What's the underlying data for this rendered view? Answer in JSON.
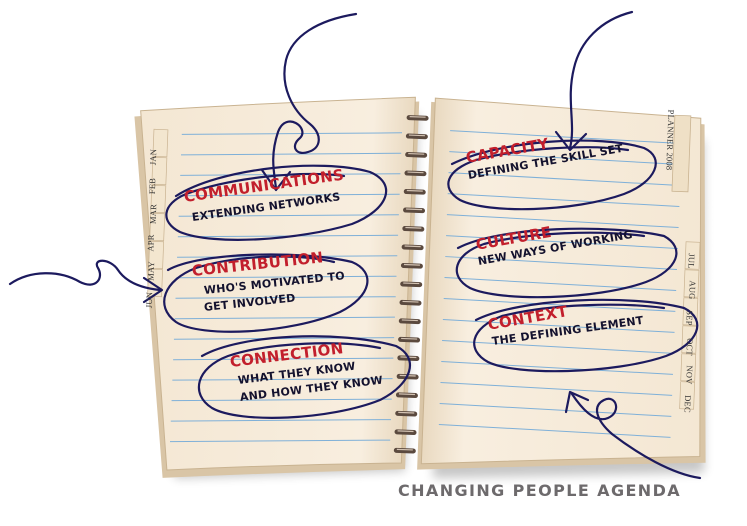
{
  "planner": {
    "tab_label": "PLANNER 2008",
    "months_left": [
      "JAN",
      "FEB",
      "MAR",
      "APR",
      "MAY",
      "JUN"
    ],
    "months_right": [
      "JUL",
      "AUG",
      "SEP",
      "OCT",
      "NOV",
      "DEC"
    ]
  },
  "items": [
    {
      "title": "Communications",
      "lines": [
        "Extending networks"
      ]
    },
    {
      "title": "Contribution",
      "lines": [
        "Who's motivated to",
        "get involved"
      ]
    },
    {
      "title": "Connection",
      "lines": [
        "What they know",
        "and how they know"
      ]
    },
    {
      "title": "Capacity",
      "lines": [
        "Defining the skill set"
      ]
    },
    {
      "title": "Culture",
      "lines": [
        "New ways of working"
      ]
    },
    {
      "title": "Context",
      "lines": [
        "The defining element"
      ]
    }
  ],
  "footer": {
    "title": "Changing People Agenda"
  },
  "colors": {
    "title_red": "#c21f2c",
    "ink_navy": "#1c1a5e",
    "rule_blue": "#7fb0d8",
    "page_cream": "#f6ecdc"
  }
}
